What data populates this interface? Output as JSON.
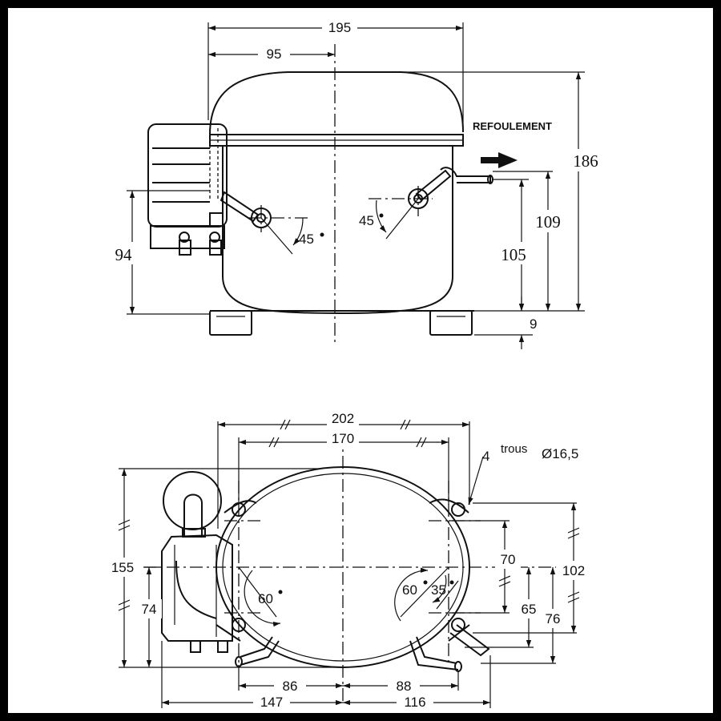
{
  "top_view": {
    "dim_overall_width": "195",
    "dim_center_offset": "95",
    "dim_height_total": "186",
    "dim_discharge_height": "109",
    "dim_tube_height": "105",
    "dim_foot": "9",
    "dim_left_height": "94",
    "angle_left": "45",
    "angle_right": "45",
    "discharge_label": "REFOULEMENT"
  },
  "bottom_view": {
    "dim_outer_width": "202",
    "dim_inner_width": "170",
    "holes_count": "4",
    "holes_label": "trous",
    "holes_diameter": "Ø16,5",
    "dim_height": "155",
    "dim_left_lower": "74",
    "dim_right_width": "102",
    "dim_right_70": "70",
    "dim_right_65": "65",
    "dim_right_76": "76",
    "angle_left": "60",
    "angle_mid": "60",
    "angle_right": "35",
    "dim_bottom_left": "86",
    "dim_bottom_right": "88",
    "dim_bottom_147": "147",
    "dim_bottom_116": "116"
  }
}
